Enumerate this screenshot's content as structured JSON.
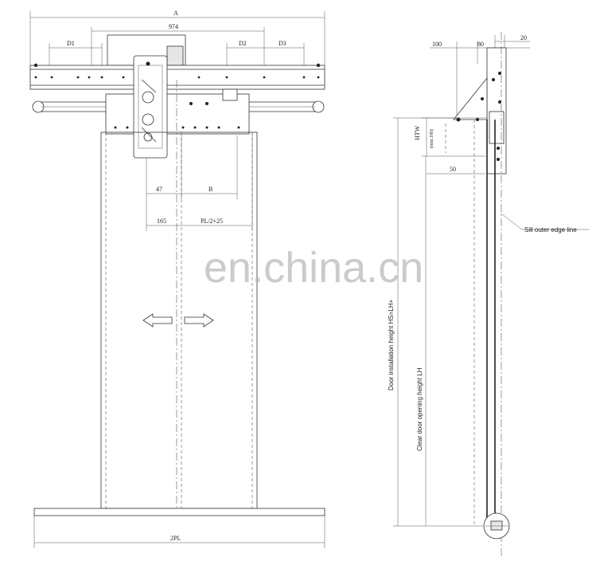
{
  "front_view": {
    "dim_A": "A",
    "dim_974": "974",
    "dim_D1": "D1",
    "dim_D2": "D2",
    "dim_D3": "D3",
    "dim_47": "47",
    "dim_B": "B",
    "dim_165": "165",
    "dim_PL2": "PL/2+25",
    "dim_2PL": "2PL"
  },
  "side_view": {
    "dim_100": "100",
    "dim_80": "80",
    "dim_20": "20",
    "dim_HTW": "HTW",
    "dim_min180": "(min.180)",
    "dim_50": "50",
    "sill_label": "Sill outer edge line",
    "install_height": "Door installation height  HS=LH+",
    "clear_height": "Clear door opening height  LH"
  },
  "watermark": "en.china.cn"
}
